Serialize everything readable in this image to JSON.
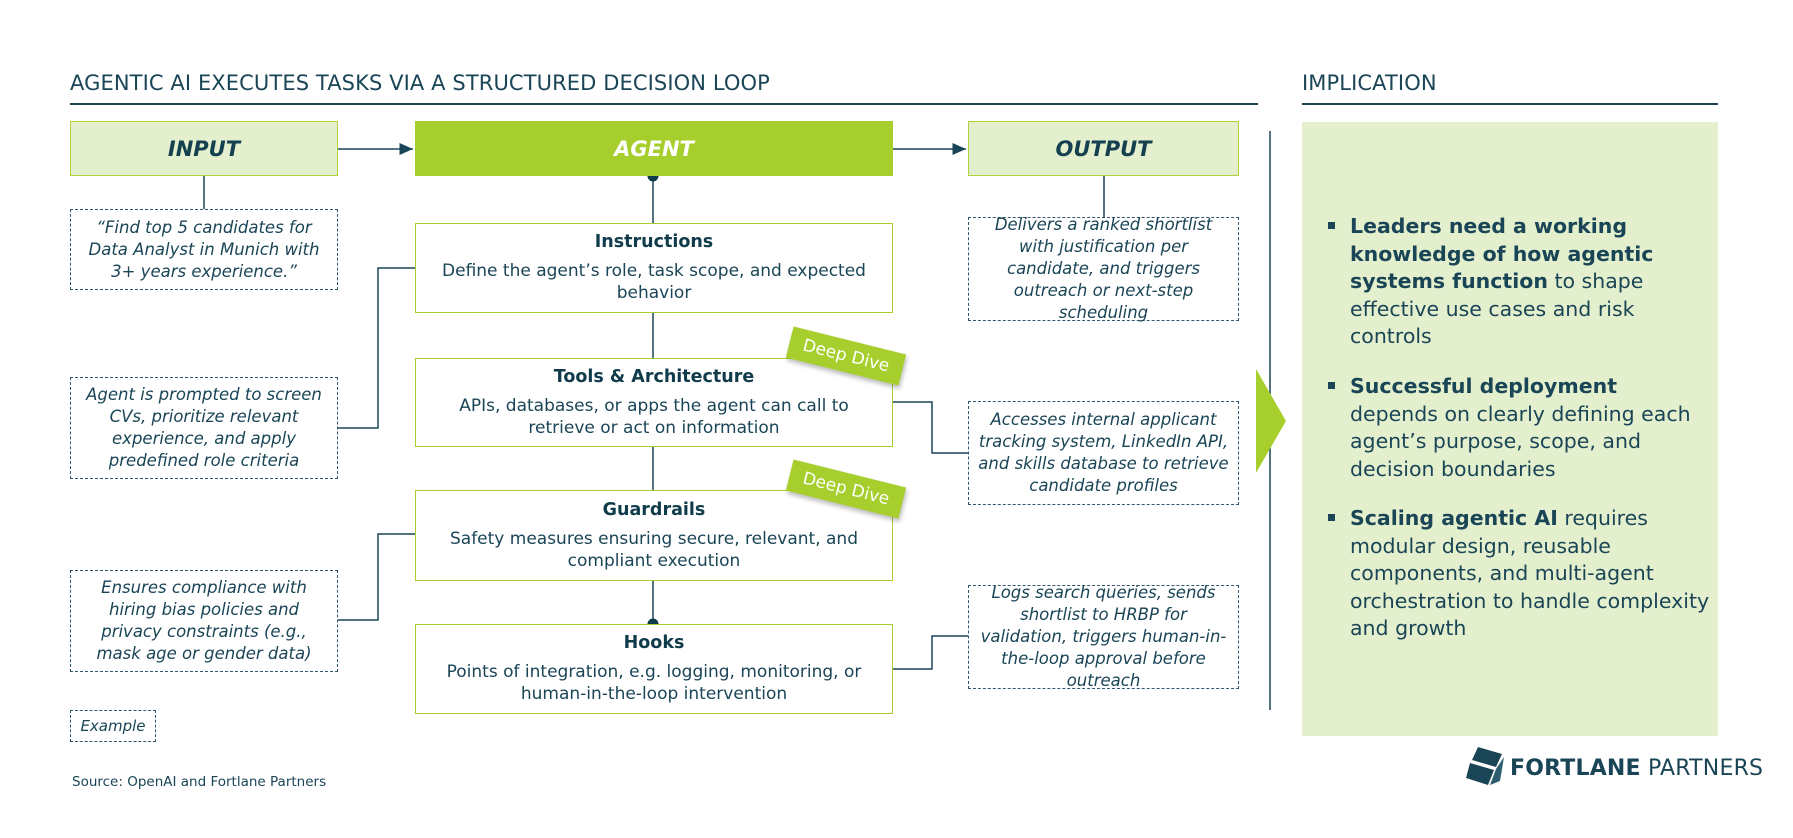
{
  "titles": {
    "main": "AGENTIC AI EXECUTES TASKS VIA A STRUCTURED DECISION LOOP",
    "implication": "IMPLICATION"
  },
  "headers": {
    "input": "INPUT",
    "agent": "AGENT",
    "output": "OUTPUT"
  },
  "components": [
    {
      "title": "Instructions",
      "desc": "Define the agent’s role, task scope, and expected behavior"
    },
    {
      "title": "Tools & Architecture",
      "desc": "APIs, databases, or apps the agent can call to retrieve or act on information"
    },
    {
      "title": "Guardrails",
      "desc": "Safety measures ensuring secure, relevant, and compliant execution"
    },
    {
      "title": "Hooks",
      "desc": "Points of integration, e.g. logging, monitoring, or human-in-the-loop intervention"
    }
  ],
  "tags": {
    "deep_dive_1": "Deep Dive",
    "deep_dive_2": "Deep Dive"
  },
  "examples": {
    "input_query": "“Find top 5 candidates for Data Analyst in Munich with 3+ years experience.”",
    "instructions": "Agent is prompted to screen CVs, prioritize relevant experience, and apply predefined role criteria",
    "guardrails": "Ensures compliance with hiring bias policies and privacy constraints (e.g., mask age or gender data)",
    "output": "Delivers a ranked shortlist with justification per candidate, and triggers outreach or next-step scheduling",
    "tools": "Accesses internal applicant tracking system, LinkedIn API, and skills database to retrieve candidate profiles",
    "hooks": "Logs search queries, sends shortlist to HRBP for validation, triggers human-in-the-loop approval before outreach",
    "legend": "Example"
  },
  "implications": [
    {
      "bold": "Leaders need a working knowledge of how agentic systems function",
      "rest": " to shape effective use cases and risk controls"
    },
    {
      "bold": "Successful deployment",
      "rest": " depends on clearly defining each agent’s purpose, scope, and decision boundaries"
    },
    {
      "bold": "Scaling agentic AI",
      "rest": " requires modular design, reusable components, and multi-agent orchestration to handle complexity and growth"
    }
  ],
  "source": "Source: OpenAI and Fortlane Partners",
  "logo": {
    "bold": "FORTLANE",
    "rest": " PARTNERS"
  },
  "colors": {
    "accent_green": "#a6cf2d",
    "light_green": "#e4f0cd",
    "navy": "#1a4556"
  }
}
